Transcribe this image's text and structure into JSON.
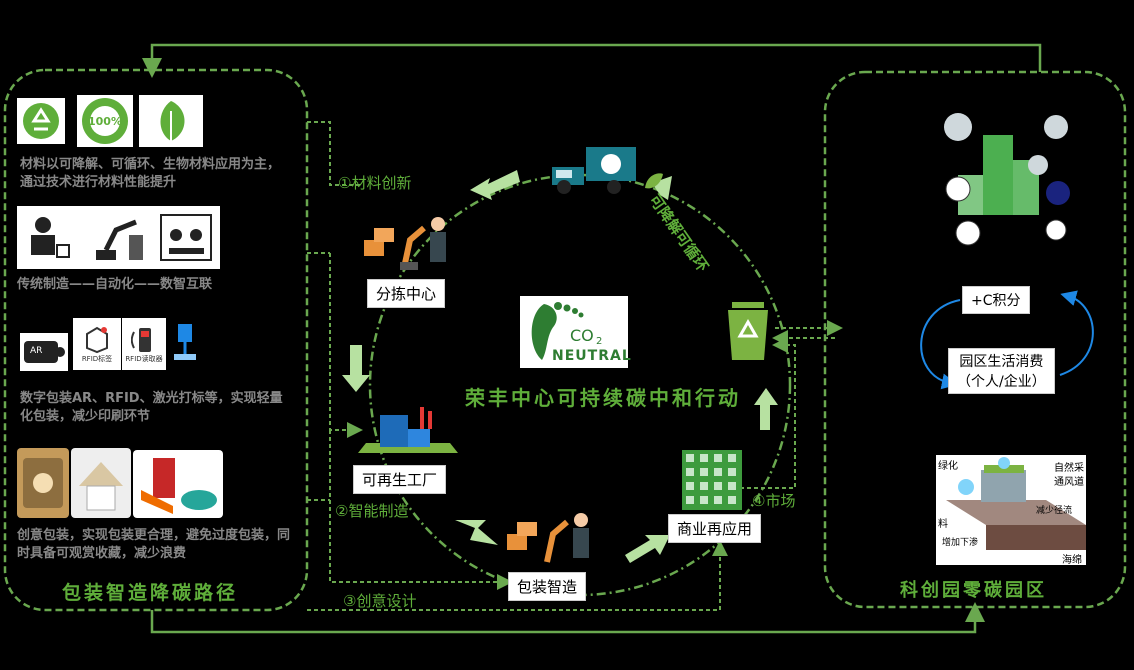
{
  "left_panel": {
    "title": "包装智造降碳路径",
    "items": [
      {
        "text": "材料以可降解、可循环、生物材料应用为主，通过技术进行材料性能提升",
        "icons": [
          "recycle-icon",
          "biodegradable-badge-icon",
          "leaf-icon"
        ],
        "badge_text": "100%"
      },
      {
        "text": "传统制造——自动化——数智互联",
        "icons": [
          "worker-icon",
          "robot-arm-icon",
          "smart-factory-icon"
        ]
      },
      {
        "text": "数字包装AR、RFID、激光打标等，实现轻量化包装，减少印刷环节",
        "icons": [
          "ar-icon",
          "rfid-tag-icon",
          "rfid-reader-icon",
          "laser-marker-icon"
        ],
        "icon_labels": [
          "RFID标签",
          "RFID读取器"
        ],
        "ar_text": "AR"
      },
      {
        "text": "创意包装，实现包装更合理，避免过度包装，同时具备可观赏收藏，减少浪费",
        "icons": [
          "creative-package-1",
          "creative-package-2",
          "creative-package-3"
        ]
      }
    ]
  },
  "center": {
    "title": "荣丰中心可持续碳中和行动",
    "logo": {
      "co2": "CO",
      "sub": "2",
      "neutral": "NEUTRAL"
    },
    "nodes": {
      "sorting": "分拣中心",
      "recycle_factory": "可再生工厂",
      "packaging": "包装智造",
      "commercial": "商业再应用"
    },
    "steps": {
      "s1": "①材料创新",
      "s2": "②智能制造",
      "s3": "③创意设计",
      "s4": "④市场"
    },
    "rotated_label": "可降解可循环"
  },
  "right_panel": {
    "title": "科创园零碳园区",
    "points_label": "+C积分",
    "consumption_label_1": "园区生活消费",
    "consumption_label_2": "（个人/企业）",
    "diagram_labels": {
      "green": "绿化",
      "natural": "自然采",
      "vent": "通风道",
      "runoff": "减少径流",
      "material": "料",
      "infiltration": "增加下渗",
      "sea": "海绵"
    }
  },
  "colors": {
    "accent_green": "#5fae3a",
    "dash_green": "#6aa84f",
    "arrow_green": "#b7e1a1",
    "blue": "#1e88e5"
  }
}
